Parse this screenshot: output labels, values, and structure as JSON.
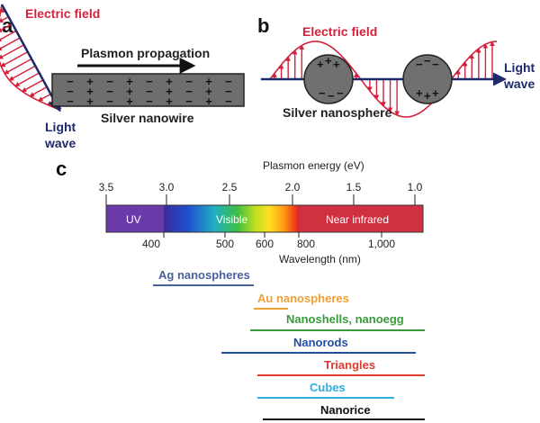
{
  "panel_a": {
    "letter": "a",
    "electric_field": "Electric field",
    "propagation": "Plasmon propagation",
    "nanowire": "Silver nanowire",
    "light_wave_line1": "Light",
    "light_wave_line2": "wave"
  },
  "panel_b": {
    "letter": "b",
    "electric_field": "Electric field",
    "light_wave_line1": "Light",
    "light_wave_line2": "wave",
    "nanosphere": "Silver nanosphere"
  },
  "panel_c": {
    "letter": "c",
    "energy_title": "Plasmon energy (eV)",
    "energy_ticks": [
      "3.5",
      "3.0",
      "2.5",
      "2.0",
      "1.5",
      "1.0"
    ],
    "bands": {
      "uv": "UV",
      "visible": "Visible",
      "nir": "Near infrared"
    },
    "wavelength_ticks": [
      "400",
      "500",
      "600",
      "800",
      "1,000"
    ],
    "wavelength_title": "Wavelength (nm)",
    "ranges": [
      {
        "name": "Ag nanospheres",
        "color": "#4a5f9e"
      },
      {
        "name": "Au nanospheres",
        "color": "#f0a030"
      },
      {
        "name": "Nanoshells, nanoegg",
        "color": "#3a9a3a"
      },
      {
        "name": "Nanorods",
        "color": "#1f4fa0"
      },
      {
        "name": "Triangles",
        "color": "#e33a2e"
      },
      {
        "name": "Cubes",
        "color": "#2bb0e0"
      },
      {
        "name": "Nanorice",
        "color": "#111111"
      }
    ]
  },
  "colors": {
    "field_red": "#d3213a",
    "wave_navy": "#1c2a6b",
    "uv_purple": "#6a3aa8",
    "nir_red": "#d03040",
    "nanowire_gray": "#6e6e6e",
    "sphere_gray": "#707070"
  }
}
